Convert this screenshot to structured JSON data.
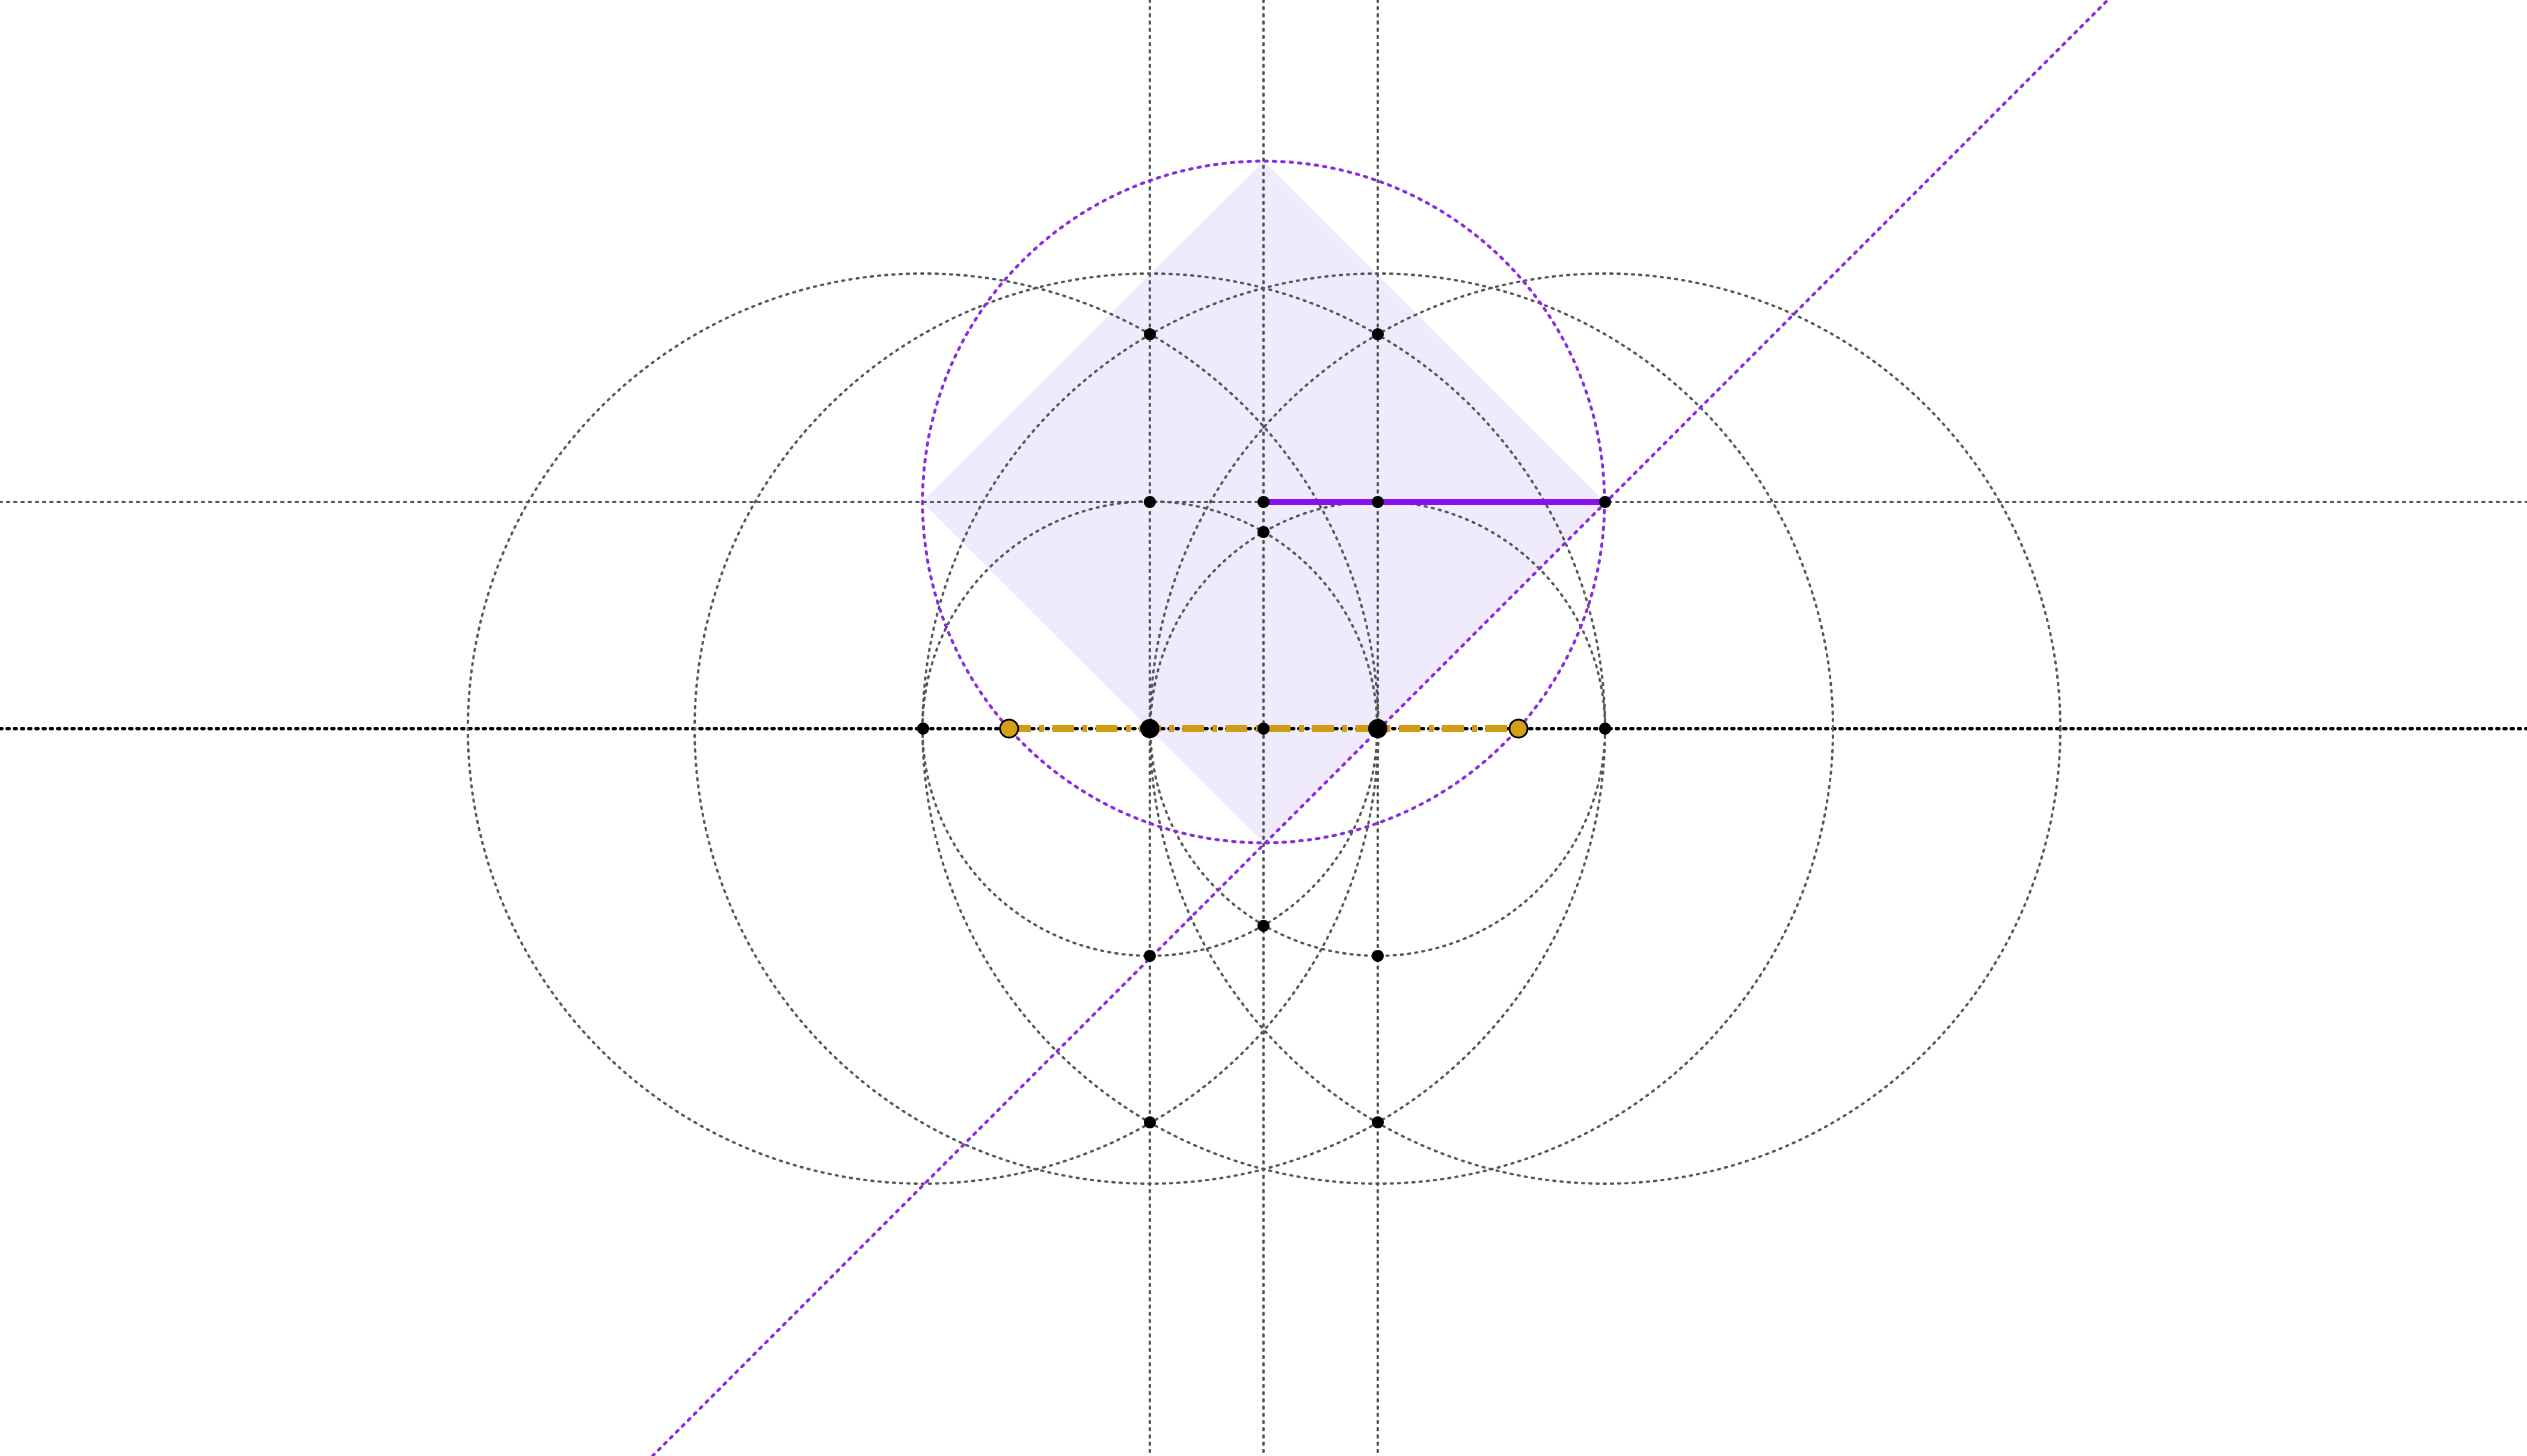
{
  "diagram": {
    "kind": "geometric-construction",
    "colors": {
      "background": "#ffffff",
      "construction_line": "#555555",
      "baseline": "#000000",
      "point": "#000000",
      "accent_purple": "#8a2be2",
      "accent_light_purple": "#9b6bf0",
      "square_fill": "#efebfd",
      "segment_gold": "#d29b14",
      "gold_point_fill": "#d4a017"
    },
    "elements": {
      "construction_circles": 6,
      "purple_circle": 1,
      "diagonal_line": 1,
      "vertical_lines": 3,
      "horizontal_lines": 2,
      "black_points": 18,
      "gold_points": 2,
      "square": 1
    }
  }
}
